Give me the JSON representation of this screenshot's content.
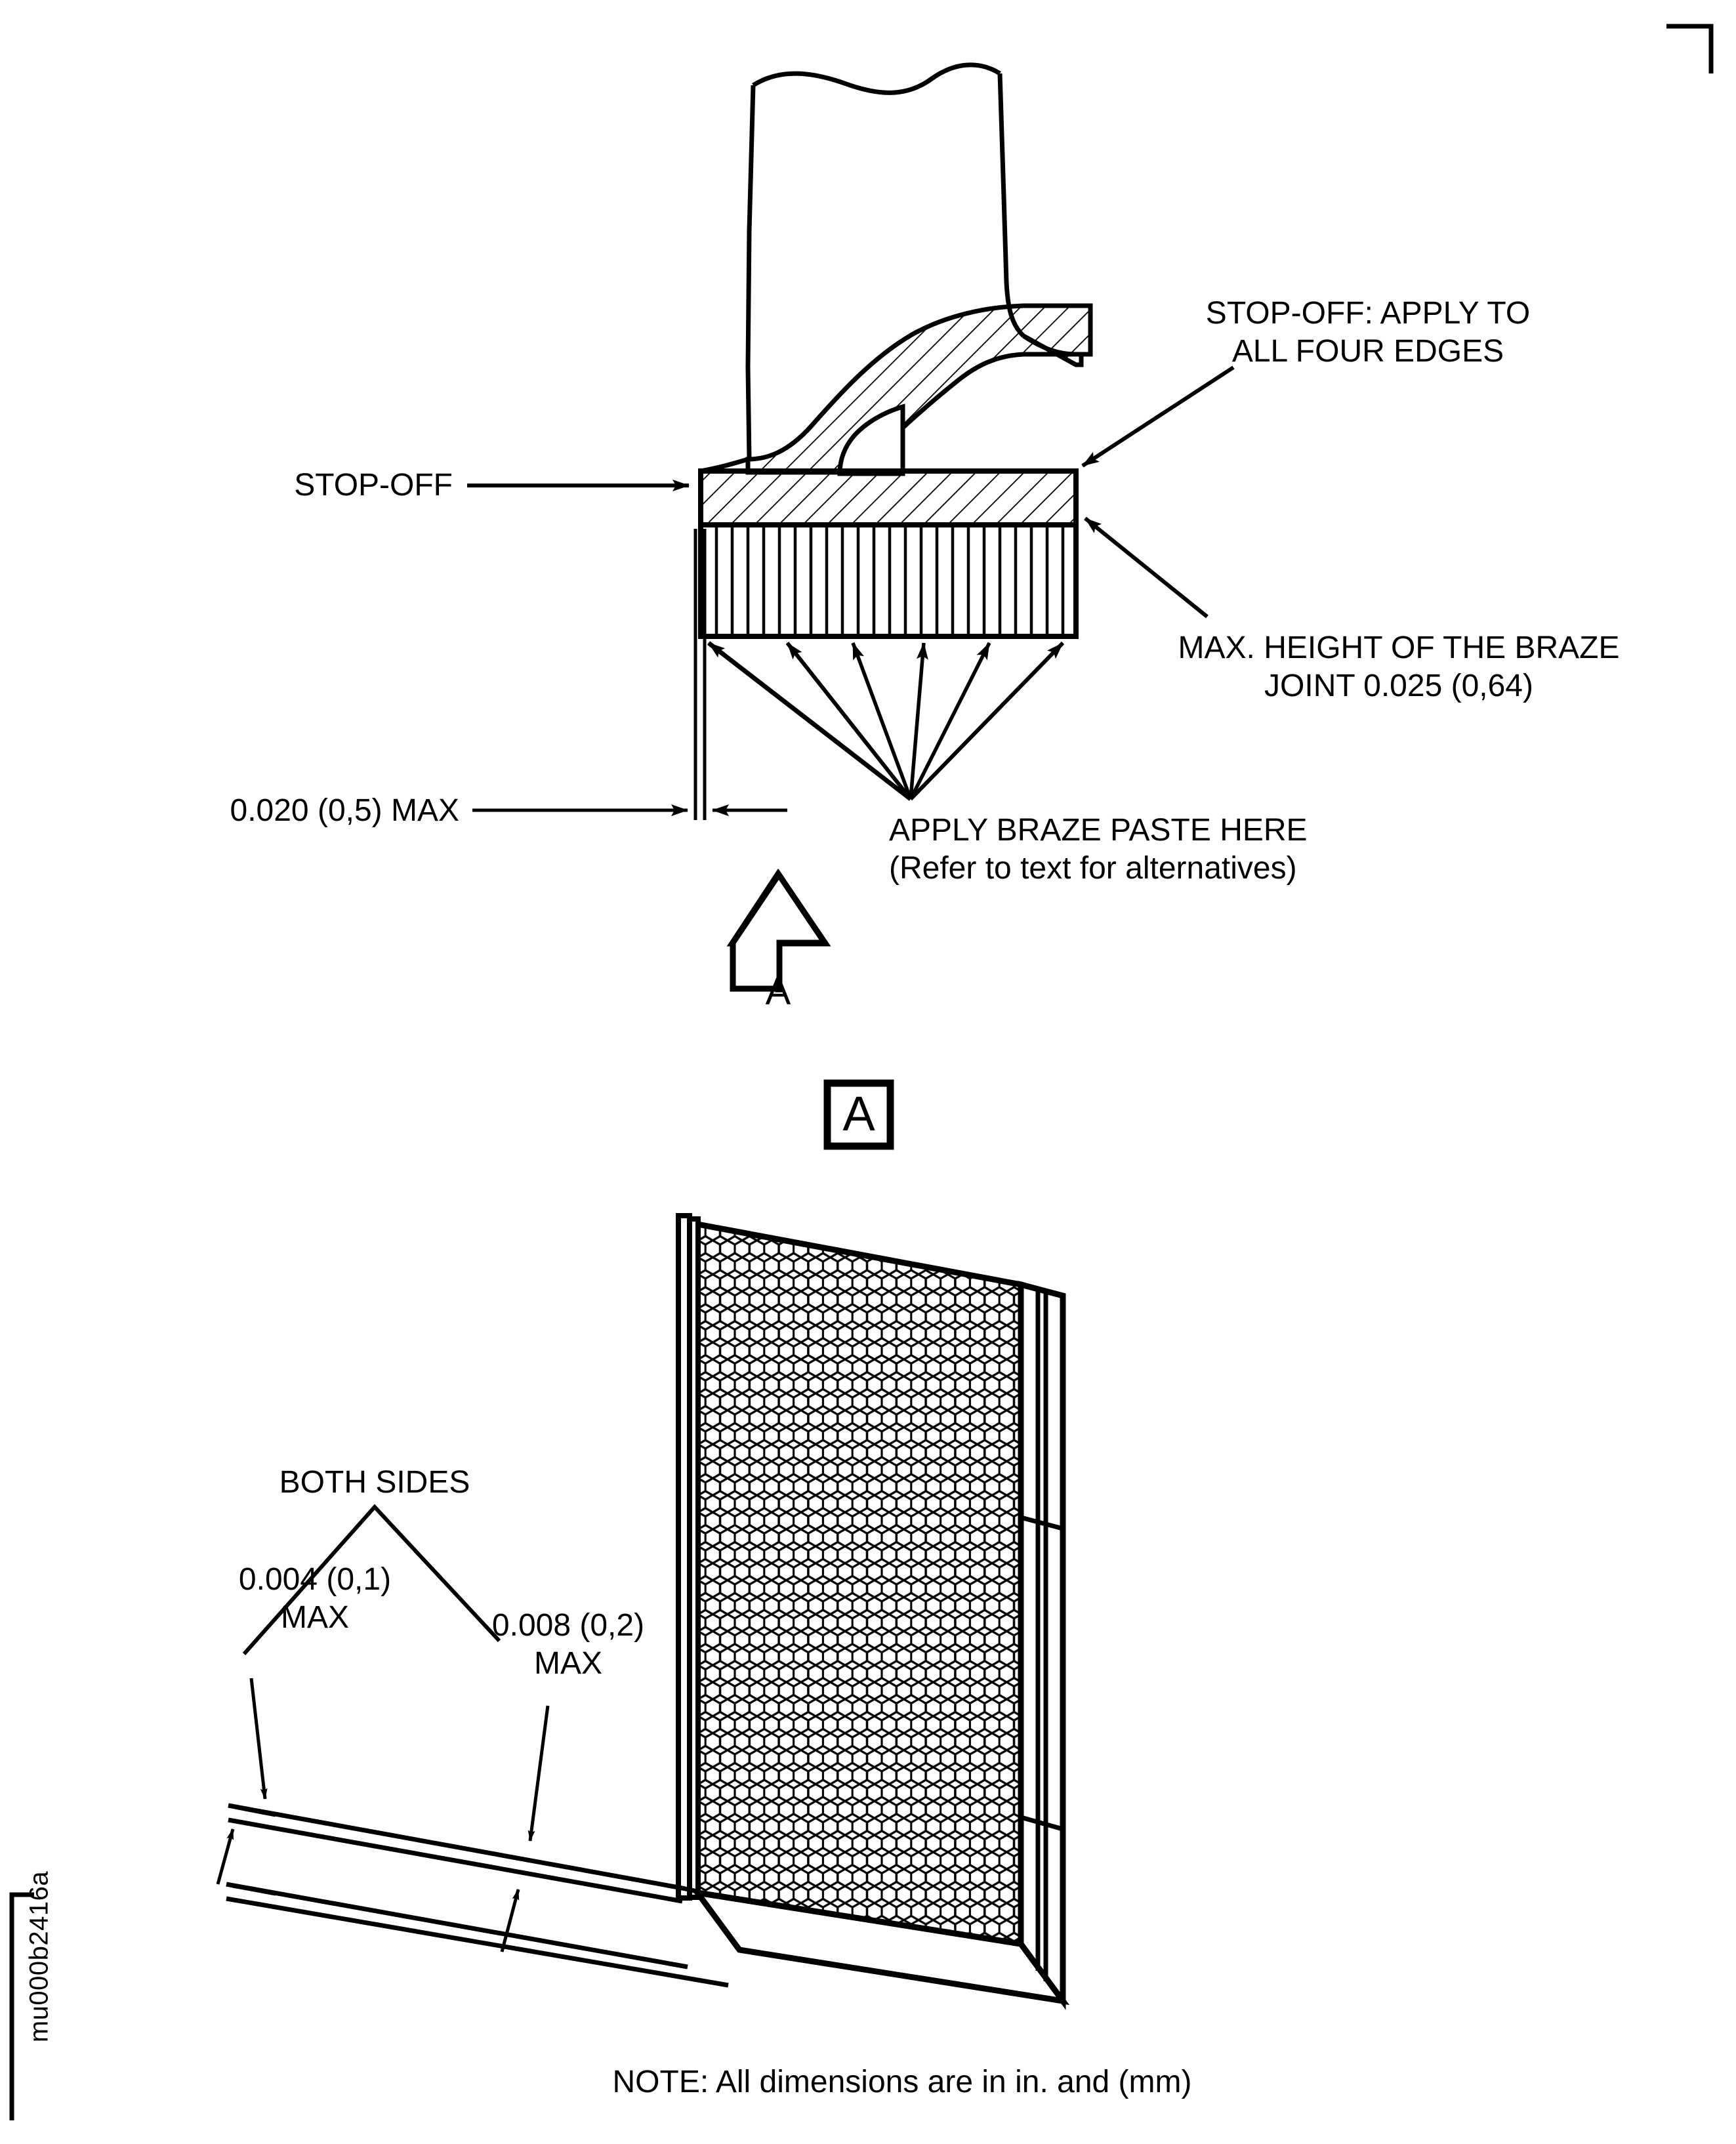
{
  "figure": {
    "id_label": "mu000b2416a",
    "note": "NOTE: All dimensions are in in. and (mm)",
    "detail_marker": "A",
    "view_arrow_letter": "A"
  },
  "upper_view": {
    "name": "blade-root-braze-section",
    "labels": {
      "stop_off_left": "STOP-OFF",
      "stop_off_right_line1": "STOP-OFF: APPLY TO",
      "stop_off_right_line2": "ALL FOUR EDGES",
      "braze_height_line1": "MAX. HEIGHT OF THE BRAZE",
      "braze_height_line2": "JOINT 0.025 (0,64)",
      "apply_paste_line1": "APPLY BRAZE PASTE HERE",
      "apply_paste_line2": "(Refer to text for alternatives)",
      "gap_dim": "0.020 (0,5) MAX"
    },
    "dimensions": {
      "braze_joint_max_height_in": 0.025,
      "braze_joint_max_height_mm": 0.64,
      "gap_max_in": 0.02,
      "gap_max_mm": 0.5
    }
  },
  "lower_view": {
    "name": "honeycomb-panel-detail-A",
    "labels": {
      "both_sides": "BOTH SIDES",
      "dim_a_line1": "0.004 (0,1)",
      "dim_a_line2": "MAX",
      "dim_b_line1": "0.008 (0,2)",
      "dim_b_line2": "MAX"
    },
    "dimensions": {
      "foil_thickness_max_in": 0.004,
      "foil_thickness_max_mm": 0.1,
      "fillet_max_in": 0.008,
      "fillet_max_mm": 0.2
    }
  },
  "colors": {
    "line": "#000000",
    "background": "#ffffff"
  }
}
